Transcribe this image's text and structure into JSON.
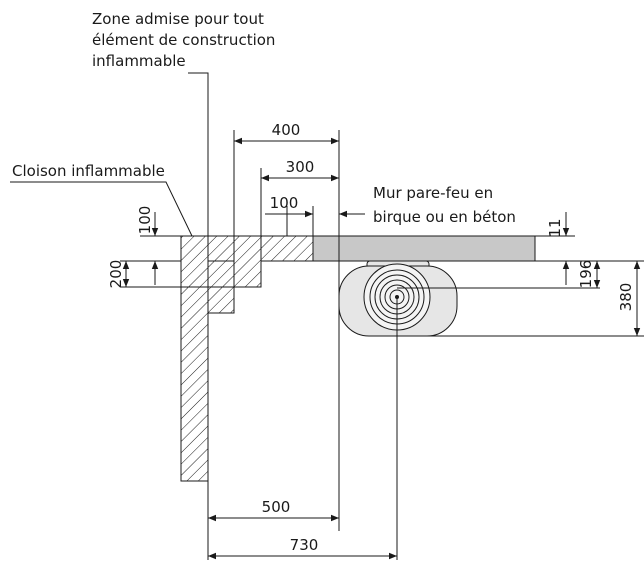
{
  "labels": {
    "zone_line1": "Zone admise pour tout",
    "zone_line2": "élément de construction",
    "zone_line3": "inflammable",
    "cloison": "Cloison inflammable",
    "mur_line1": "Mur pare-feu en",
    "mur_line2": "birque ou en béton"
  },
  "dimensions": {
    "d400": "400",
    "d300": "300",
    "d100_horizontal": "100",
    "d100_vertical": "100",
    "d200": "200",
    "d11": "11",
    "d196": "196",
    "d380": "380",
    "d500": "500",
    "d730": "730"
  },
  "colors": {
    "line": "#1a1a1a",
    "wall_fill": "#c8c8c8",
    "stove_fill": "#e6e6e6"
  }
}
